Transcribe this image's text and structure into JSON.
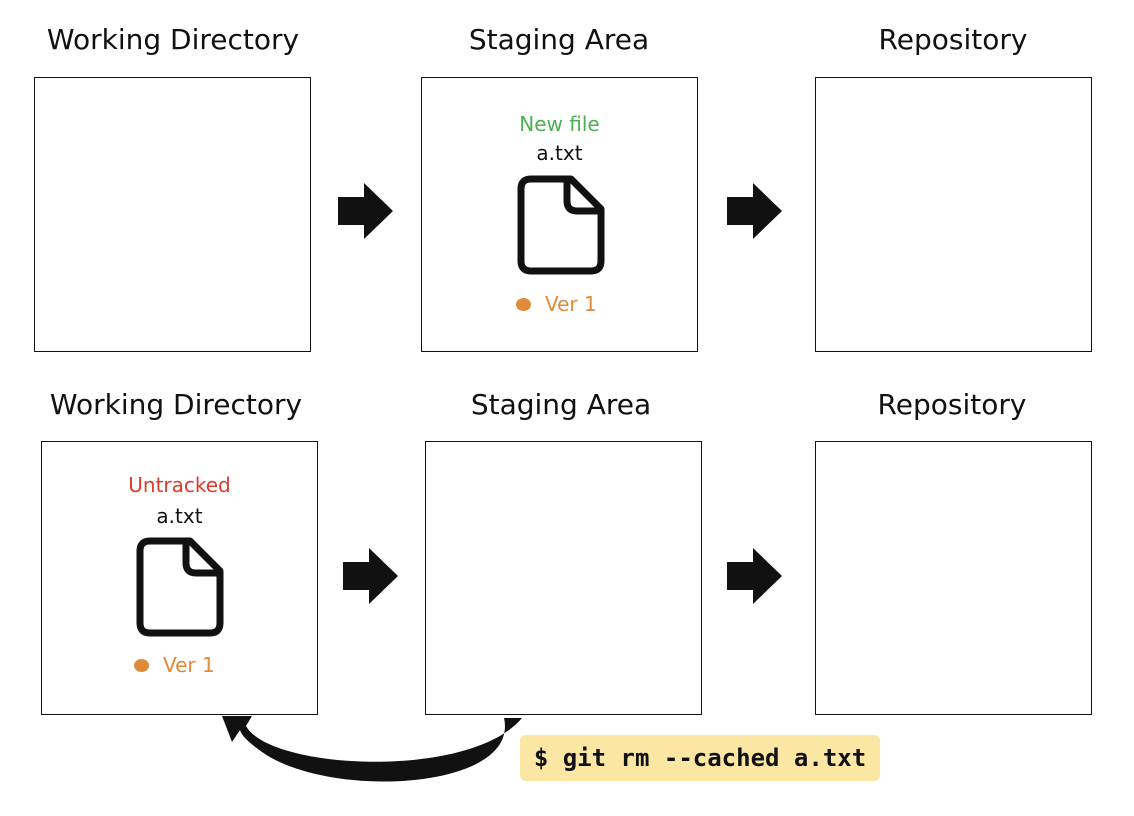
{
  "colors": {
    "new_file": "#4caf50",
    "untracked": "#e03a2c",
    "version": "#e08a3c",
    "command_bg": "#fbe7a3"
  },
  "top_row": {
    "working_directory_title": "Working Directory",
    "staging_area_title": "Staging Area",
    "repository_title": "Repository",
    "staged_file": {
      "status": "New file",
      "name": "a.txt",
      "version": "Ver 1",
      "icon": "file-icon"
    }
  },
  "bottom_row": {
    "working_directory_title": "Working Directory",
    "staging_area_title": "Staging Area",
    "repository_title": "Repository",
    "working_file": {
      "status": "Untracked",
      "name": "a.txt",
      "version": "Ver 1",
      "icon": "file-icon"
    }
  },
  "command": {
    "text": "$ git rm --cached a.txt"
  }
}
